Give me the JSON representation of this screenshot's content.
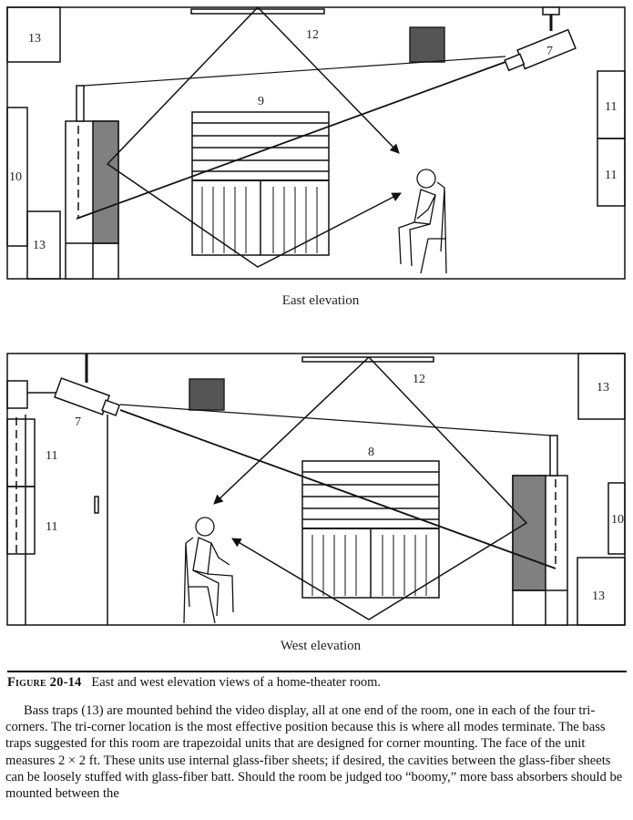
{
  "figure": {
    "east": {
      "caption": "East elevation",
      "labels": {
        "screen_top": "12",
        "trap_top_left": "13",
        "trap_bottom_left": "13",
        "panel_left": "10",
        "panel_right_upper": "11",
        "panel_right_lower": "11",
        "projector": "7",
        "display": "9"
      }
    },
    "west": {
      "caption": "West elevation",
      "labels": {
        "screen_top": "12",
        "trap_top_right": "13",
        "trap_bottom_right": "13",
        "panel_right": "10",
        "panel_left_upper": "11",
        "panel_left_lower": "11",
        "projector": "7",
        "display": "8"
      }
    }
  },
  "caption": {
    "figure_number": "Figure 20-14",
    "text": "East and west elevation views of a home-theater room."
  },
  "paragraph": "Bass traps (13) are mounted behind the video display, all at one end of the room, one in each of the four tri-corners. The tri-corner location is the most effective position because this is where all modes terminate. The bass traps suggested for this room are trapezoidal units that are designed for corner mounting. The face of the unit measures 2 × 2 ft. These units use internal glass-fiber sheets; if desired, the cavities between the glass-fiber sheets can be loosely stuffed with glass-fiber batt. Should the room be judged too “boomy,” more bass absorbers should be mounted between the"
}
